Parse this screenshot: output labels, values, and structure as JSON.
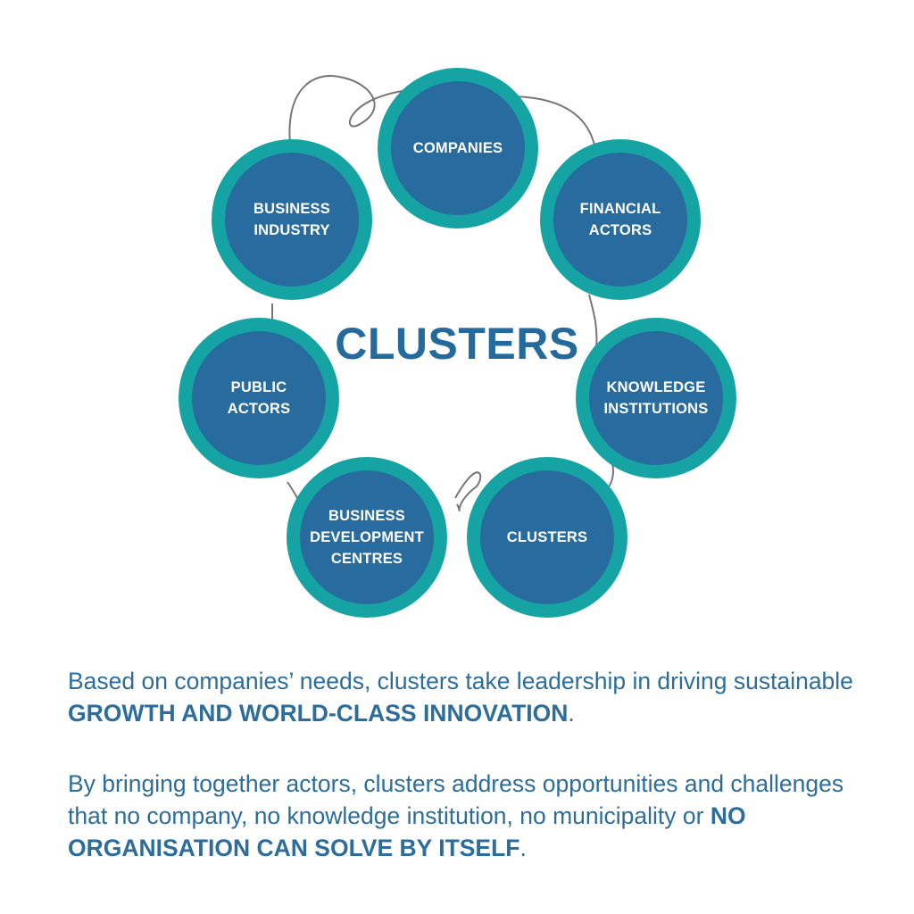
{
  "diagram": {
    "center_title": "CLUSTERS",
    "nodes": [
      {
        "id": "companies",
        "label": "COMPANIES"
      },
      {
        "id": "financial-actors",
        "label": "FINANCIAL\nACTORS"
      },
      {
        "id": "knowledge-institutions",
        "label": "KNOWLEDGE\nINSTITUTIONS"
      },
      {
        "id": "clusters",
        "label": "CLUSTERS"
      },
      {
        "id": "business-development-centres",
        "label": "BUSINESS\nDEVELOPMENT\nCENTRES"
      },
      {
        "id": "public-actors",
        "label": "PUBLIC\nACTORS"
      },
      {
        "id": "business-industry",
        "label": "BUSINESS\nINDUSTRY"
      }
    ]
  },
  "text": {
    "para1_a": "Based on companies’ needs, clusters take leadership in driving sustainable ",
    "para1_b": "GROWTH AND WORLD-CLASS INNOVATION",
    "para1_c": ".",
    "para2_a": "By bringing together actors, clusters address opportunities and challenges that no company, no knowledge institution, no municipality or ",
    "para2_b": "NO ORGANISATION CAN SOLVE BY ITSELF",
    "para2_c": "."
  },
  "colors": {
    "ring": "#16a3a4",
    "fill": "#286b9e",
    "title": "#256a9c",
    "text": "#2c6d9c",
    "connector": "#777777"
  }
}
